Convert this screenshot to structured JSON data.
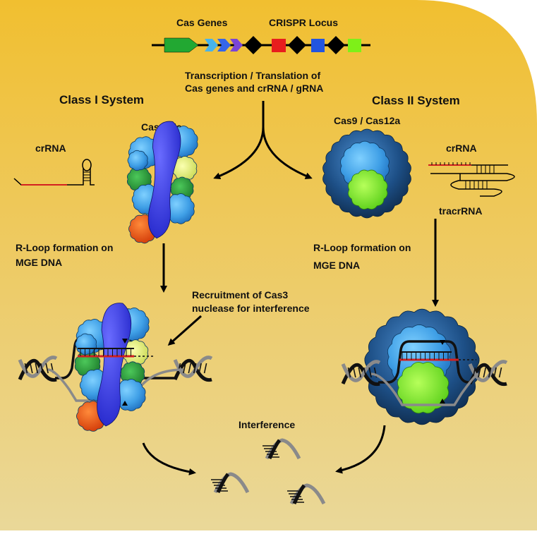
{
  "header": {
    "cas_genes_label": "Cas Genes",
    "crispr_locus_label": "CRISPR Locus",
    "transcription_line1": "Transcription / Translation of",
    "transcription_line2": "Cas genes and crRNA / gRNA"
  },
  "class1": {
    "title": "Class I System",
    "complex_label": "Cascade",
    "crrna_label": "crRNA",
    "rloop_line1": "R-Loop formation on",
    "rloop_line2": "MGE DNA",
    "recruit_line1": "Recruitment of Cas3",
    "recruit_line2": "nuclease for interference"
  },
  "class2": {
    "title": "Class II System",
    "complex_label": "Cas9 / Cas12a",
    "crrna_label": "crRNA",
    "tracrrna_label": "tracrRNA",
    "rloop_line1": "R-Loop formation on",
    "rloop_line2": "MGE DNA"
  },
  "footer": {
    "interference_label": "Interference"
  },
  "colors": {
    "background_top": "#f0c033",
    "background_bottom": "#ead58f",
    "gene_green": "#22a832",
    "gene_light_blue": "#48b4ea",
    "gene_blue": "#3566e8",
    "gene_purple": "#7a45d6",
    "spacer_red": "#e81d1d",
    "spacer_blue": "#2255e0",
    "spacer_lime": "#7ef018",
    "repeat_black": "#000000",
    "cascade_core": "#3a3ff0",
    "cas_light_blue": "#45aaf0",
    "cas_dark_blue": "#163a66",
    "cas_green": "#2a9a3c",
    "cas_lime": "#88f034",
    "cas_yellow": "#e8f07a",
    "cas_orange": "#f05a16",
    "rna_red": "#d32020"
  }
}
